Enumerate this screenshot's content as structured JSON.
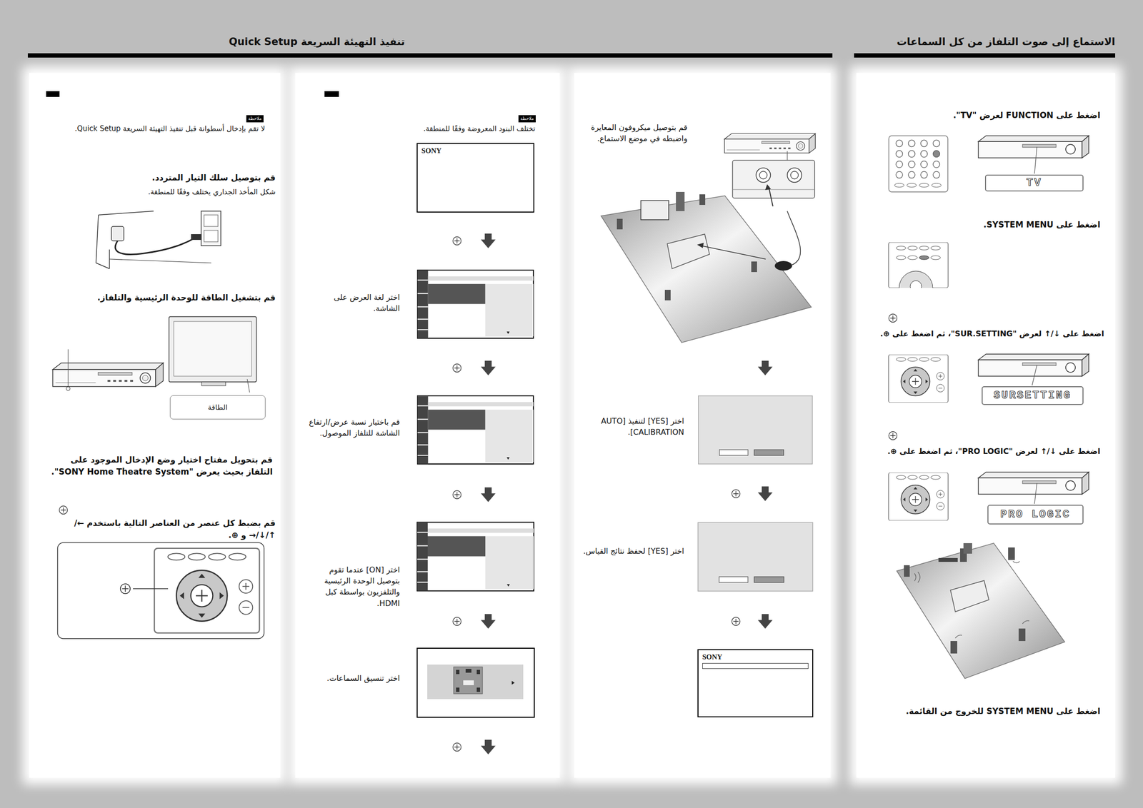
{
  "diagram": {
    "nodes": [
      {
        "text": [
          "TV"
        ]
      },
      {
        "text": [
          "SURSETTING"
        ]
      },
      {
        "text": [
          "PRO LOGIC"
        ]
      },
      {
        "text": [
          "ملاحظة"
        ]
      },
      {
        "text": [
          "الطاقة"
        ]
      },
      {
        "text": [
          "ملاحظة"
        ]
      },
      {
        "text": [
          "SONY"
        ]
      },
      {
        "text": [
          "SONY"
        ]
      }
    ],
    "labels": [
      "الاستماع إلى صوت التلفاز من كل السماعات",
      "تنفيذ التهيئة السريعة Quick Setup",
      "اضغط على FUNCTION لعرض \"TV\".",
      "اضغط على SYSTEM MENU.",
      "اضغط على ↓/↑ لعرض \"SUR.SETTING\"، ثم اضغط على ⊕.",
      "اضغط على ↓/↑ لعرض \"PRO LOGIC\"، ثم اضغط على ⊕.",
      "اضغط على SYSTEM MENU للخروج من القائمة.",
      "قم بتوصيل ميكروفون المعايرة واضبطه في موضع الاستماع.",
      "اختر [YES] لتنفيذ [AUTO CALIBRATION].",
      "اختر [YES] لحفظ نتائج القياس.",
      "تختلف البنود المعروضة وفقًا للمنطقة.",
      "اختر لغة العرض على الشاشة.",
      "قم باختيار نسبة عرض/ارتفاع الشاشة للتلفاز الموصول.",
      "اختر [ON] عندما تقوم بتوصيل الوحدة الرئيسية والتلفزيون بواسطة كبل HDMI.",
      "اختر تنسيق السماعات.",
      "لا تقم بإدخال أسطوانة قبل تنفيذ التهيئة السريعة Quick Setup.",
      "قم بتوصيل سلك التيار المتردد.",
      "شكل المأخذ الجداري يختلف وفقًا للمنطقة.",
      "قم بتشغيل الطاقة للوحدة الرئيسية والتلفاز.",
      "قم بتحويل مفتاح اختيار وضع الإدخال الموجود على التلفاز بحيث يعرض \"SONY Home Theatre System\".",
      "قم بضبط كل عنصر من العناصر التالية باستخدم ←/↑/↓/→ و ⊕."
    ]
  }
}
